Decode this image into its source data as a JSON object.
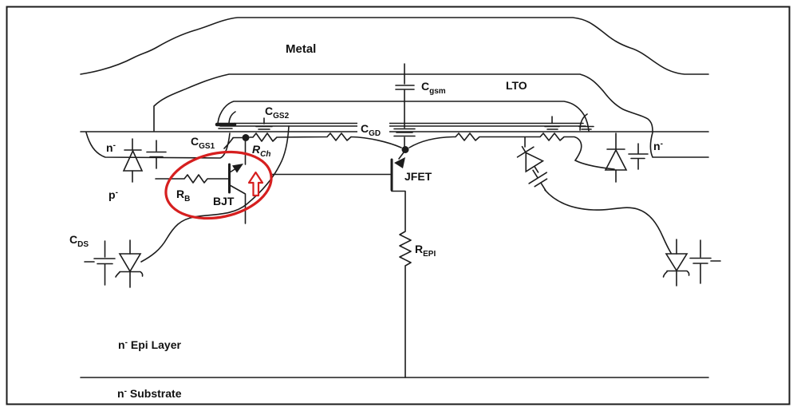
{
  "figure": {
    "type": "power-mosfet-cross-section-with-parasitics",
    "colors": {
      "line": "#1c1c1c",
      "highlight": "#d61f1f",
      "background": "#ffffff"
    },
    "labels": {
      "metal": "Metal",
      "lto": "LTO",
      "c_gsm": {
        "base": "C",
        "sub": "gsm"
      },
      "c_gs2": {
        "base": "C",
        "sub": "GS2"
      },
      "c_gs1": {
        "base": "C",
        "sub": "GS1"
      },
      "c_gd": {
        "base": "C",
        "sub": "GD"
      },
      "c_ds": {
        "base": "C",
        "sub": "DS"
      },
      "r_ch": {
        "base": "R",
        "sub": "Ch"
      },
      "r_b": {
        "base": "R",
        "sub": "B"
      },
      "r_epi": {
        "base": "R",
        "sub": "EPI"
      },
      "bjt": "BJT",
      "jfet": "JFET",
      "n_minus_left": {
        "base": "n",
        "sup": "-"
      },
      "p_minus": {
        "base": "p",
        "sup": "-"
      },
      "n_minus_right": {
        "base": "n",
        "sup": "-"
      },
      "epi_layer": {
        "base": "n",
        "sup": "-",
        "rest": "Epi Layer"
      },
      "substrate": {
        "base": "n",
        "sup": "-",
        "rest": "Substrate"
      }
    }
  }
}
